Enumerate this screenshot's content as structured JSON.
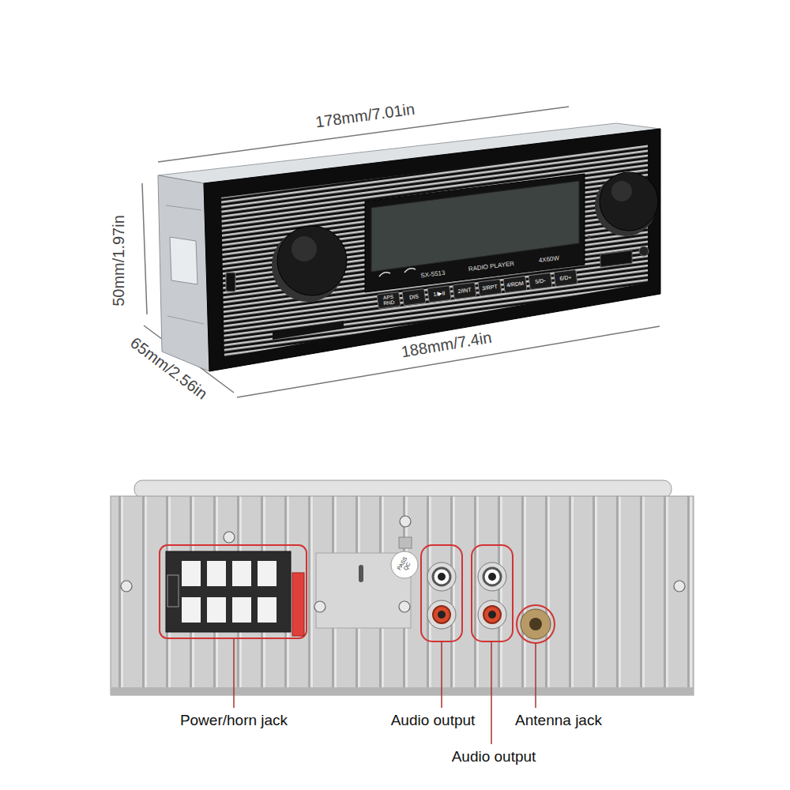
{
  "diagram": {
    "labels": [
      "178mm/7.01in",
      "50mm/1.97in",
      "65mm/2.56in",
      "188mm/7.4in",
      "SX-5513",
      "RADIO PLAYER",
      "4X60W",
      "APS RND",
      "DIS",
      "1/▶II",
      "2/INT",
      "3/RPT",
      "4/RDM",
      "5/D-",
      "6/D+",
      "PASS QC",
      "Power/horn jack",
      "Audio output",
      "Antenna jack",
      "Audio output"
    ]
  }
}
